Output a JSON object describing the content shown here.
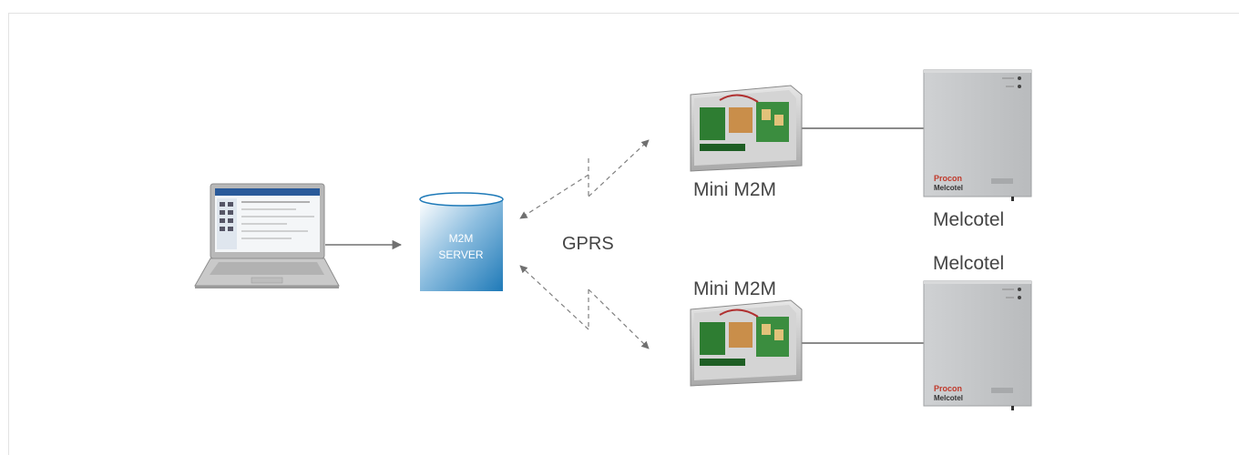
{
  "server": {
    "line1": "M2M",
    "line2": "SERVER"
  },
  "network": {
    "label": "GPRS"
  },
  "devices": [
    {
      "label": "Mini M2M"
    },
    {
      "label": "Mini M2M"
    }
  ],
  "panels": [
    {
      "label": "Melcotel",
      "brand_top": "Procon",
      "brand_bottom": "Melcotel"
    },
    {
      "label": "Melcotel",
      "brand_top": "Procon",
      "brand_bottom": "Melcotel"
    }
  ],
  "colors": {
    "server_top": "#ffffff",
    "server_bottom": "#1f7ab8",
    "arrow": "#707070",
    "panel": "#c4c6c8",
    "brand_red": "#c0392b"
  }
}
